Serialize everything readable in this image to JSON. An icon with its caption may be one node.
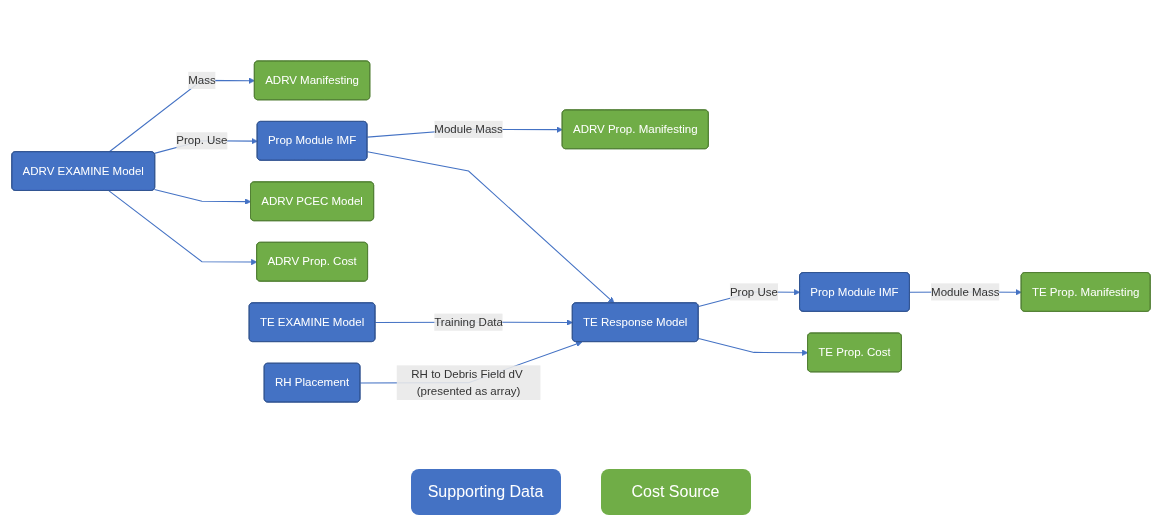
{
  "diagram": {
    "nodes": [
      {
        "text": [
          "ADRV EXAMINE Model"
        ]
      },
      {
        "text": [
          "ADRV Manifesting"
        ]
      },
      {
        "text": [
          "Prop Module IMF"
        ]
      },
      {
        "text": [
          "ADRV Prop. Manifesting"
        ]
      },
      {
        "text": [
          "ADRV PCEC Model"
        ]
      },
      {
        "text": [
          "ADRV Prop. Cost"
        ]
      },
      {
        "text": [
          "TE EXAMINE Model"
        ]
      },
      {
        "text": [
          "TE Response Model"
        ]
      },
      {
        "text": [
          "Prop Module IMF"
        ]
      },
      {
        "text": [
          "TE Prop. Manifesting"
        ]
      },
      {
        "text": [
          "TE Prop. Cost"
        ]
      },
      {
        "text": [
          "RH Placement"
        ]
      }
    ],
    "edges": [
      {
        "from": 0,
        "to": 1,
        "arrow": "to",
        "label": "Mass"
      },
      {
        "from": 0,
        "to": 2,
        "arrow": "to",
        "label": "Prop. Use"
      },
      {
        "from": 0,
        "to": 5,
        "arrow": "to"
      },
      {
        "from": 0,
        "to": 4,
        "arrow": "to"
      },
      {
        "from": 2,
        "to": 3,
        "arrow": "to",
        "label": "Module Mass"
      },
      {
        "from": 2,
        "to": 7,
        "arrow": "to"
      },
      {
        "from": 6,
        "to": 7,
        "arrow": "to",
        "label": "Training Data"
      },
      {
        "from": 7,
        "to": 8,
        "arrow": "to",
        "label": "Prop Use"
      },
      {
        "from": 7,
        "to": 10,
        "arrow": "to"
      },
      {
        "from": 8,
        "to": 9,
        "arrow": "to",
        "label": "Module Mass"
      },
      {
        "from": 11,
        "to": 7,
        "arrow": "to",
        "label": "RH to Debris Field dV (presented as array)"
      }
    ],
    "legend": [
      {
        "text": "Supporting Data",
        "color": "#4472c4"
      },
      {
        "text": "Cost Source",
        "color": "#70ad47"
      }
    ]
  }
}
